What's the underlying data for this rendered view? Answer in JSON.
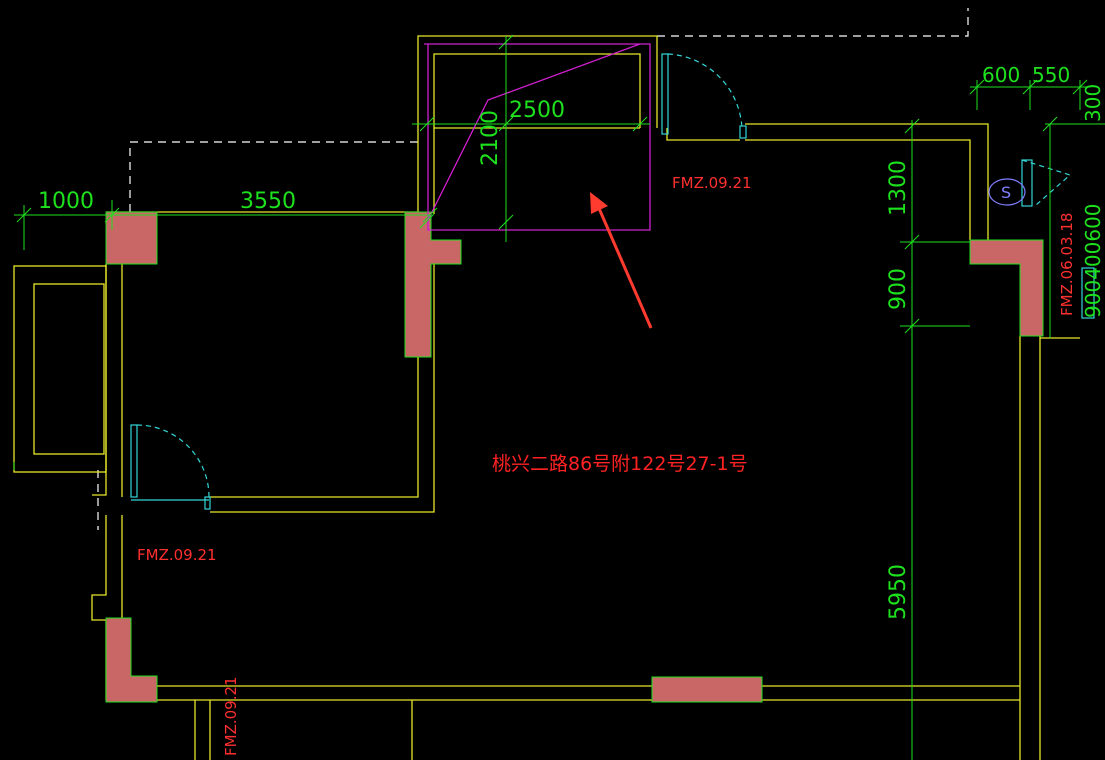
{
  "dimensions": {
    "d_1000": "1000",
    "d_3550": "3550",
    "d_2500": "2500",
    "d_2100": "2100",
    "d_600": "600",
    "d_550": "550",
    "d_1300": "1300",
    "d_900": "900",
    "d_5950": "5950",
    "d_300": "300",
    "d_stack_right": "900400600"
  },
  "labels": {
    "door_top": "FMZ.09.21",
    "door_left": "FMZ.09.21",
    "door_bottom": "FMZ.09.21",
    "door_right": "FMZ.06.03.18",
    "address": "桃兴二路86号附122号27-1号",
    "symbol_s": "S"
  },
  "colors": {
    "background": "#000000",
    "wall": "#e6e62a",
    "dimension": "#1ee11e",
    "column": "#c96666",
    "door": "#33d6d6",
    "label": "#ff3030",
    "magenta_outline": "#d020d0",
    "arrow": "#ff3b2f"
  }
}
